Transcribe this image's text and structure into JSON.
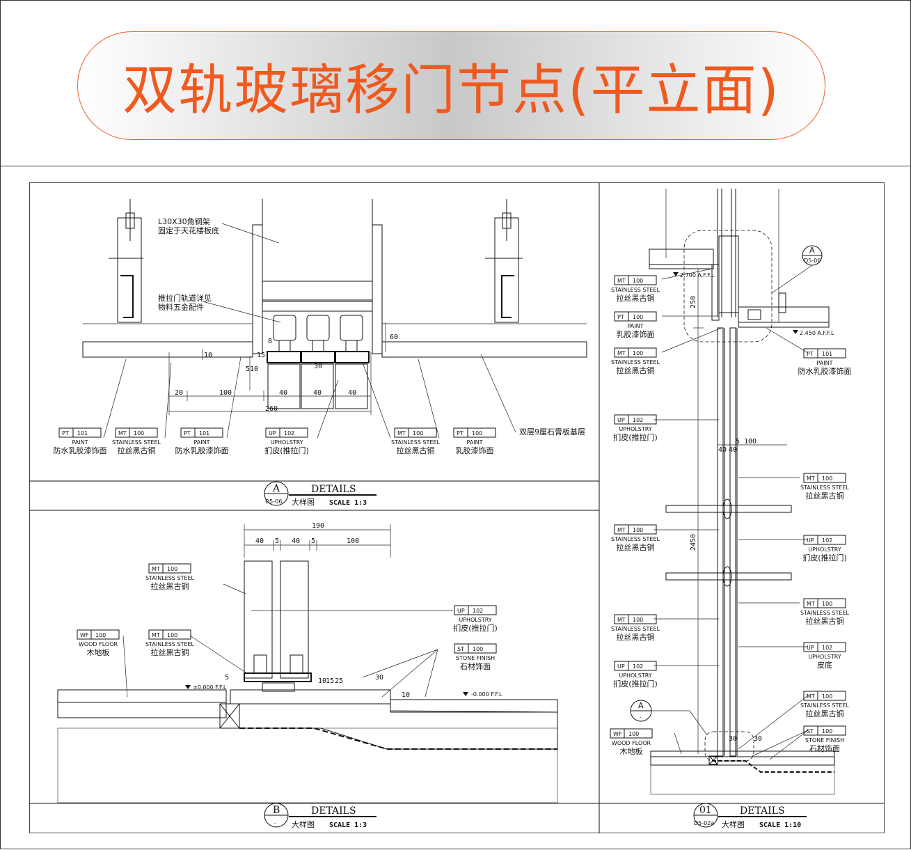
{
  "title": "双轨玻璃移门节点(平立面)",
  "colors": {
    "title": "#ef5a1f",
    "line": "#111111"
  },
  "panelA": {
    "tag_letter": "A",
    "tag_ref": "D5-06",
    "details": "DETAILS",
    "cn": "大样图",
    "scale": "SCALE 1:3",
    "notes": [
      {
        "lines": [
          "L30X30角钢架",
          "固定于天花楼板底"
        ]
      },
      {
        "lines": [
          "推拉门轨道详见",
          "物料五金配件"
        ]
      }
    ],
    "dims": [
      "20",
      "100",
      "40",
      "40",
      "40",
      "260",
      "8",
      "10",
      "60",
      "510",
      "15",
      "30"
    ],
    "callouts": [
      {
        "code": "PT",
        "num": "101",
        "en": "PAINT",
        "cn": "防水乳胶漆饰面"
      },
      {
        "code": "MT",
        "num": "100",
        "en": "STAINLESS STEEL",
        "cn": "拉丝黑古铜"
      },
      {
        "code": "PT",
        "num": "101",
        "en": "PAINT",
        "cn": "防水乳胶漆饰面"
      },
      {
        "code": "UP",
        "num": "102",
        "en": "UPHOLSTRY",
        "cn": "扪皮(推拉门)"
      },
      {
        "code": "MT",
        "num": "100",
        "en": "STAINLESS STEEL",
        "cn": "拉丝黑古铜"
      },
      {
        "code": "PT",
        "num": "100",
        "en": "PAINT",
        "cn": "乳胶漆饰面"
      }
    ],
    "board_note": "双层9厘石膏板基层"
  },
  "panelB": {
    "tag_letter": "B",
    "tag_ref": "-",
    "details": "DETAILS",
    "cn": "大样图",
    "scale": "SCALE 1:3",
    "dims": [
      "190",
      "40",
      "5",
      "40",
      "5",
      "100",
      "5",
      "10",
      "15",
      "25",
      "30",
      "10"
    ],
    "levels": [
      "±0.000 F.F.L",
      "-0.000 F.F.L"
    ],
    "callouts": [
      {
        "code": "MT",
        "num": "100",
        "en": "STAINLESS STEEL",
        "cn": "拉丝黑古铜"
      },
      {
        "code": "WF",
        "num": "100",
        "en": "WOOD FLOOR",
        "cn": "木地板"
      },
      {
        "code": "MT",
        "num": "100",
        "en": "STAINLESS STEEL",
        "cn": "拉丝黑古铜"
      },
      {
        "code": "UP",
        "num": "102",
        "en": "UPHOLSTRY",
        "cn": "扪皮(推拉门)"
      },
      {
        "code": "ST",
        "num": "100",
        "en": "STONE FINISH",
        "cn": "石材饰面"
      }
    ]
  },
  "panelC": {
    "tag_letter": "01",
    "tag_ref": "D5-02a",
    "details": "DETAILS",
    "cn": "大样图",
    "scale": "SCALE 1:10",
    "sec_letter": "A",
    "sec_ref": "D5-06",
    "sec_letter2": "A",
    "sec_ref2": "-",
    "levels": [
      "2.700 A.F.F.L",
      "2.450 A.F.F.L"
    ],
    "dims": [
      "250",
      "2450",
      "40",
      "40",
      "5",
      "100",
      "30",
      "30"
    ],
    "callouts_left": [
      {
        "code": "MT",
        "num": "100",
        "en": "STAINLESS STEEL",
        "cn": "拉丝黑古铜"
      },
      {
        "code": "PT",
        "num": "100",
        "en": "PAINT",
        "cn": "乳胶漆饰面"
      },
      {
        "code": "MT",
        "num": "100",
        "en": "STAINLESS STEEL",
        "cn": "拉丝黑古铜"
      },
      {
        "code": "UP",
        "num": "102",
        "en": "UPHOLSTRY",
        "cn": "扪皮(推拉门)"
      },
      {
        "code": "MT",
        "num": "100",
        "en": "STAINLESS STEEL",
        "cn": "拉丝黑古铜"
      },
      {
        "code": "MT",
        "num": "100",
        "en": "STAINLESS STEEL",
        "cn": "拉丝黑古铜"
      },
      {
        "code": "UP",
        "num": "102",
        "en": "UPHOLSTRY",
        "cn": "扪皮(推拉门)"
      },
      {
        "code": "WF",
        "num": "100",
        "en": "WOOD FLOOR",
        "cn": "木地板"
      }
    ],
    "callouts_right": [
      {
        "code": "PT",
        "num": "101",
        "en": "PAINT",
        "cn": "防水乳胶漆饰面"
      },
      {
        "code": "MT",
        "num": "100",
        "en": "STAINLESS STEEL",
        "cn": "拉丝黑古铜"
      },
      {
        "code": "UP",
        "num": "102",
        "en": "UPHOLSTRY",
        "cn": "扪皮(推拉门)"
      },
      {
        "code": "MT",
        "num": "100",
        "en": "STAINLESS STEEL",
        "cn": "拉丝黑古铜"
      },
      {
        "code": "UP",
        "num": "102",
        "en": "UPHOLSTRY",
        "cn": "皮底"
      },
      {
        "code": "MT",
        "num": "100",
        "en": "STAINLESS STEEL",
        "cn": "拉丝黑古铜"
      },
      {
        "code": "ST",
        "num": "100",
        "en": "STONE FINISH",
        "cn": "石材饰面"
      }
    ]
  }
}
